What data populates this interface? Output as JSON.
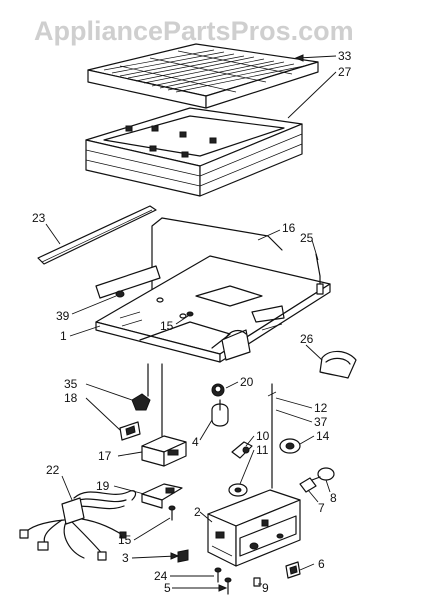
{
  "watermark": "AppliancePartsPros.com",
  "callouts": [
    "33",
    "27",
    "23",
    "16",
    "25",
    "39",
    "15",
    "1",
    "26",
    "35",
    "18",
    "20",
    "12",
    "37",
    "14",
    "4",
    "10",
    "11",
    "17",
    "19",
    "22",
    "8",
    "7",
    "2",
    "15",
    "3",
    "6",
    "24",
    "5",
    "9"
  ],
  "colors": {
    "ink": "#111111",
    "watermark": "#cfcfcf",
    "background": "#ffffff"
  }
}
